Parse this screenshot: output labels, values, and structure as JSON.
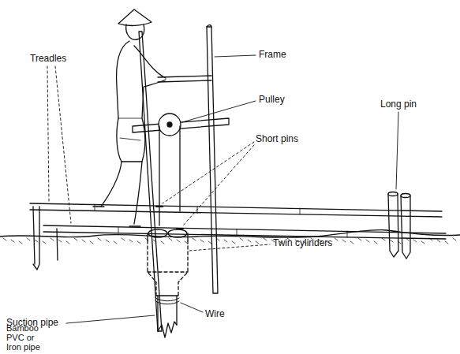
{
  "diagram": {
    "labels": [
      "Treadles",
      "Frame",
      "Pulley",
      "Short pins",
      "Long pin",
      "Twin cylinders",
      "Wire",
      "Suction pipe",
      "Bamboo PVC or Iron pipe"
    ]
  }
}
